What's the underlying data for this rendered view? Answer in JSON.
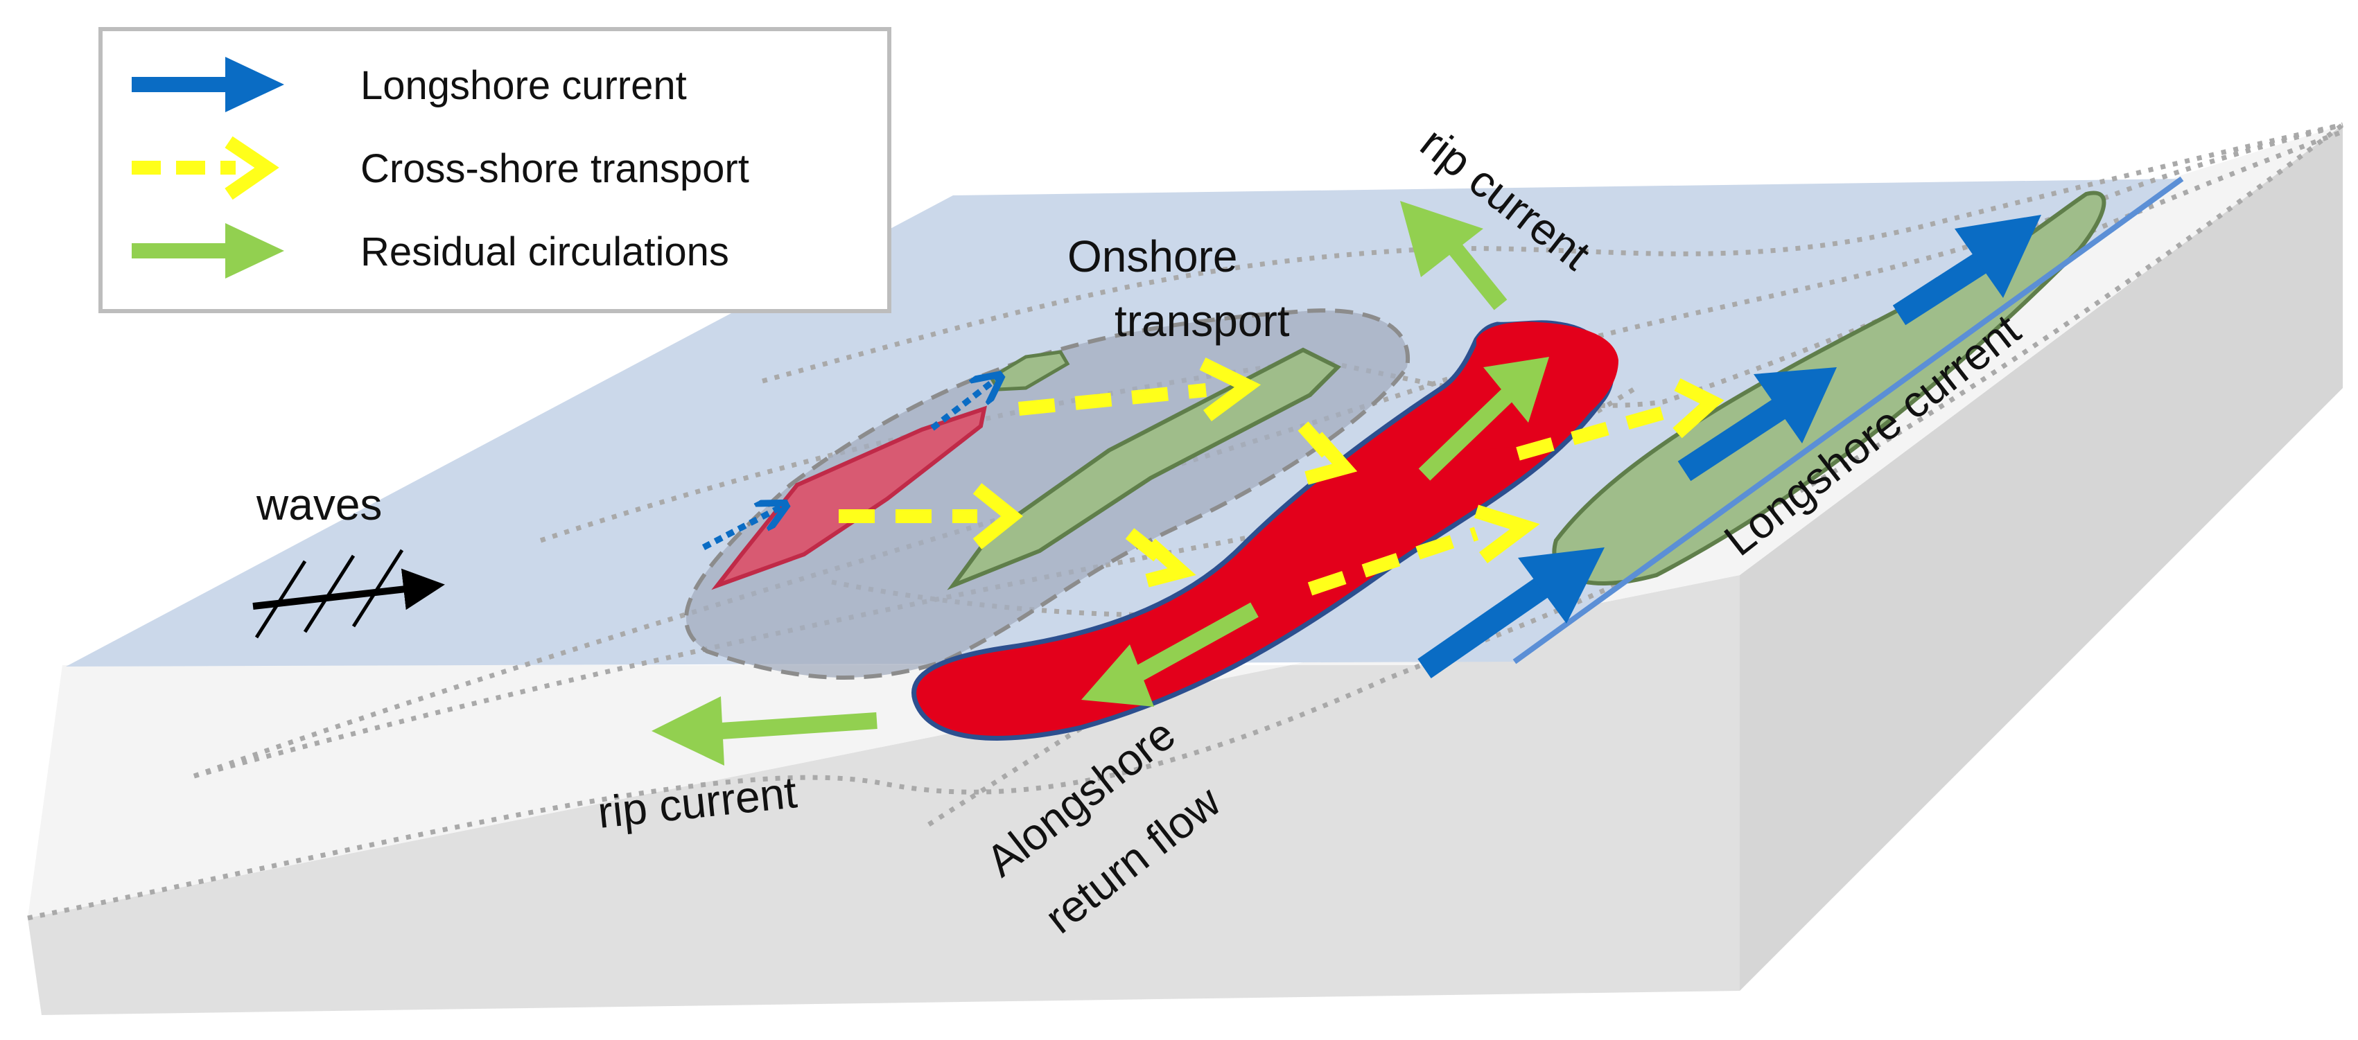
{
  "legend": {
    "items": [
      {
        "label": "Longshore current",
        "color": "#0a6cc4",
        "style": "solid"
      },
      {
        "label": "Cross-shore transport",
        "color": "#ffff1a",
        "style": "dashed"
      },
      {
        "label": "Residual circulations",
        "color": "#92d050",
        "style": "solid"
      }
    ]
  },
  "labels": {
    "waves": "waves",
    "onshore_line1": "Onshore",
    "onshore_line2": "transport",
    "rip_current_top": "rip current",
    "rip_current_bottom": "rip current",
    "longshore_current": "Longshore current",
    "alongshore_line1": "Alongshore",
    "alongshore_line2": "return flow"
  },
  "colors": {
    "water": "#cbd8ea",
    "beach": "#e0e0e0",
    "beach_side": "#d8d8d8",
    "sand_bar": "#9fbd8a",
    "rip_channel": "#e3001b",
    "shoal_pink": "#d85a72",
    "onshore_zone": "#a4aebf"
  }
}
